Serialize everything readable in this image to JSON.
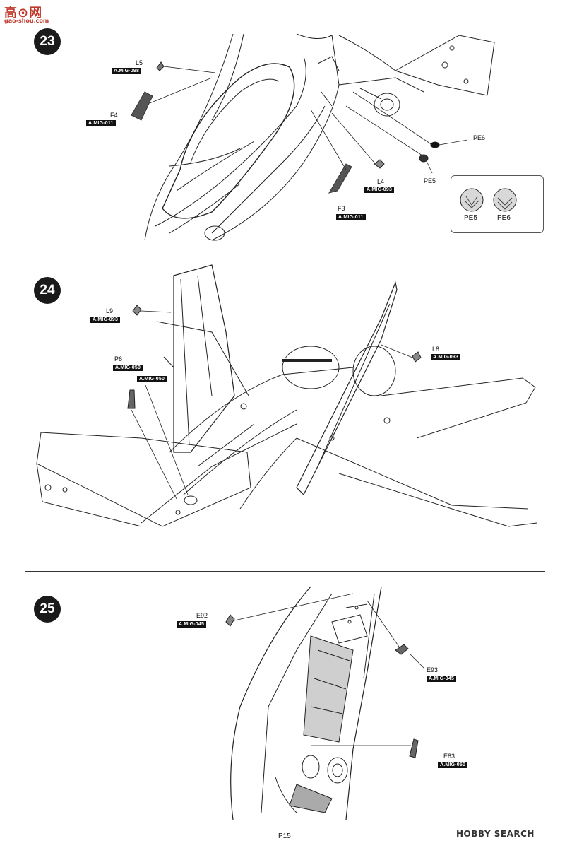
{
  "watermark_top": {
    "big": "高⊙网",
    "small": "gao-shou.com"
  },
  "steps": [
    {
      "number": "23"
    },
    {
      "number": "24"
    },
    {
      "number": "25"
    }
  ],
  "step23": {
    "parts": [
      {
        "name": "L5",
        "ref": "A.MIG-098"
      },
      {
        "name": "F4",
        "ref": "A.MIG-011"
      },
      {
        "name": "L4",
        "ref": "A.MIG-093"
      },
      {
        "name": "F3",
        "ref": "A.MIG-011"
      },
      {
        "name": "PE6",
        "ref": ""
      },
      {
        "name": "PE5",
        "ref": ""
      }
    ],
    "legend": [
      "PE5",
      "PE6"
    ]
  },
  "step24": {
    "parts": [
      {
        "name": "L9",
        "ref": "A.MIG-093"
      },
      {
        "name": "P6",
        "ref": "A.MIG-050"
      },
      {
        "name": "",
        "ref": "A.MIG-050"
      },
      {
        "name": "L8",
        "ref": "A.MIG-093"
      }
    ]
  },
  "step25": {
    "parts": [
      {
        "name": "E92",
        "ref": "A.MIG-045"
      },
      {
        "name": "E93",
        "ref": "A.MIG-045"
      },
      {
        "name": "E83",
        "ref": "A.MIG-050"
      }
    ]
  },
  "page_number": "P15",
  "watermark_bottom": "HOBBY SEARCH"
}
